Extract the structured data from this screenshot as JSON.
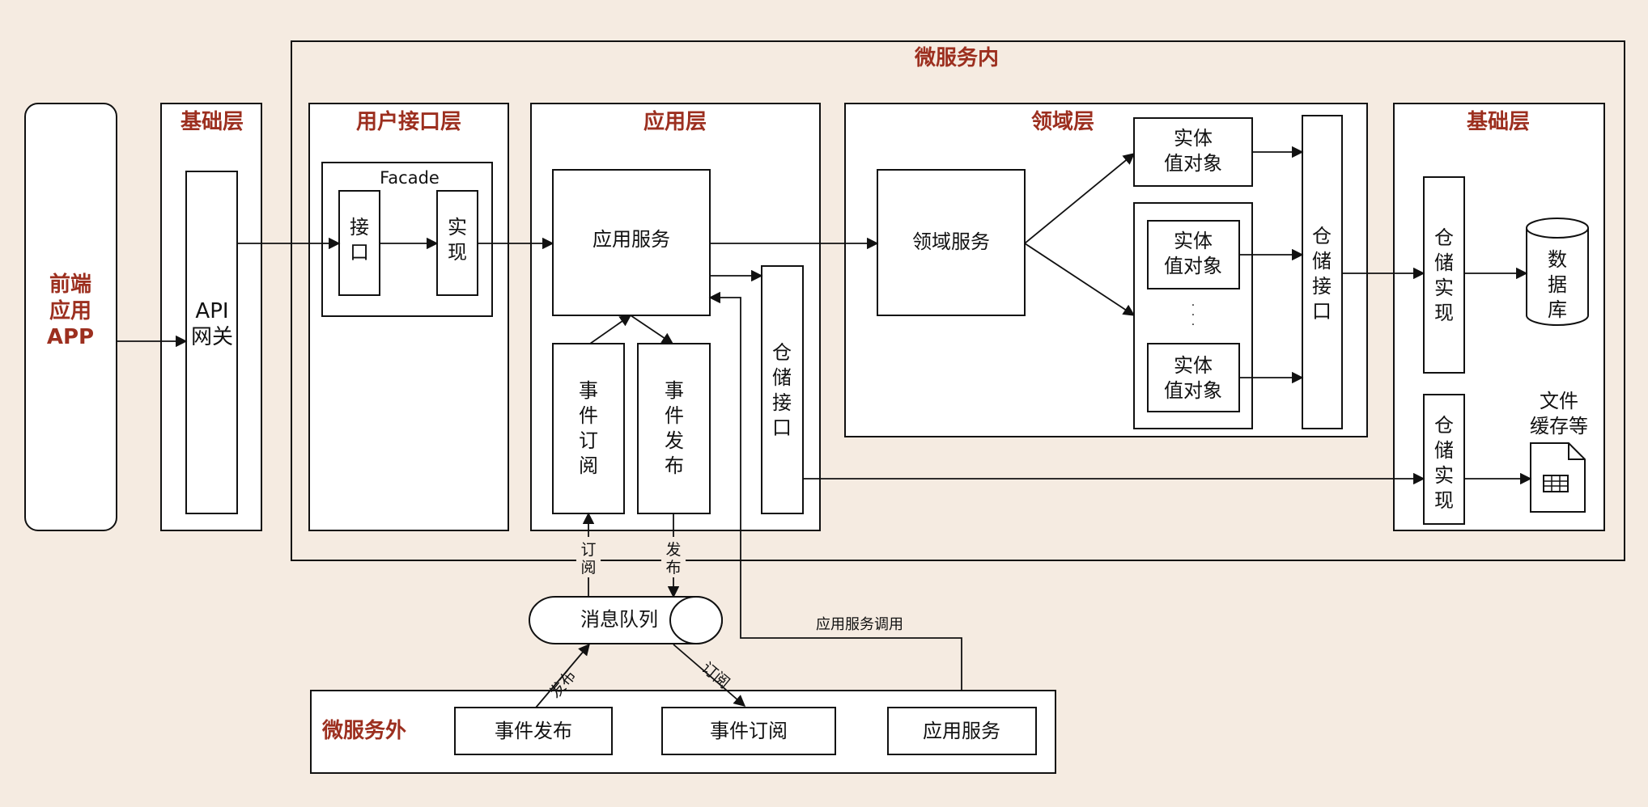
{
  "titles": {
    "microservice_inner": "微服务内",
    "microservice_outer": "微服务外",
    "frontend": [
      "前端",
      "应用",
      "APP"
    ]
  },
  "layers": {
    "infra_left": "基础层",
    "user_interface": "用户接口层",
    "application": "应用层",
    "domain": "领域层",
    "infra_right": "基础层"
  },
  "gateway": [
    "API",
    "网关"
  ],
  "facade": {
    "label": "Facade",
    "interface": [
      "接",
      "口"
    ],
    "impl": [
      "实",
      "现"
    ]
  },
  "app_layer": {
    "app_service": "应用服务",
    "event_subscribe": [
      "事",
      "件",
      "订",
      "阅"
    ],
    "event_publish": [
      "事",
      "件",
      "发",
      "布"
    ],
    "repo_interface": [
      "仓",
      "储",
      "接",
      "口"
    ]
  },
  "domain_layer": {
    "domain_service": "领域服务",
    "entity_top": [
      "实体",
      "值对象"
    ],
    "entity_mid": [
      "实体",
      "值对象"
    ],
    "ellipsis": "·",
    "entity_bottom": [
      "实体",
      "值对象"
    ],
    "repo_interface": [
      "仓",
      "储",
      "接",
      "口"
    ]
  },
  "infra_right": {
    "repo_impl_top": [
      "仓",
      "储",
      "实",
      "现"
    ],
    "database": [
      "数",
      "据",
      "库"
    ],
    "repo_impl_bottom": [
      "仓",
      "储",
      "实",
      "现"
    ],
    "file_cache": [
      "文件",
      "缓存等"
    ]
  },
  "connectors": {
    "subscribe": [
      "订",
      "阅"
    ],
    "publish": [
      "发",
      "布"
    ],
    "app_service_call": "应用服务调用",
    "mq_publish": "发布",
    "mq_subscribe": "订阅"
  },
  "message_queue": "消息队列",
  "outer": {
    "event_publish": "事件发布",
    "event_subscribe": "事件订阅",
    "app_service": "应用服务"
  },
  "colors": {
    "background": "#f5ebe1",
    "title_red": "#9c2f1f",
    "line": "#111111"
  }
}
